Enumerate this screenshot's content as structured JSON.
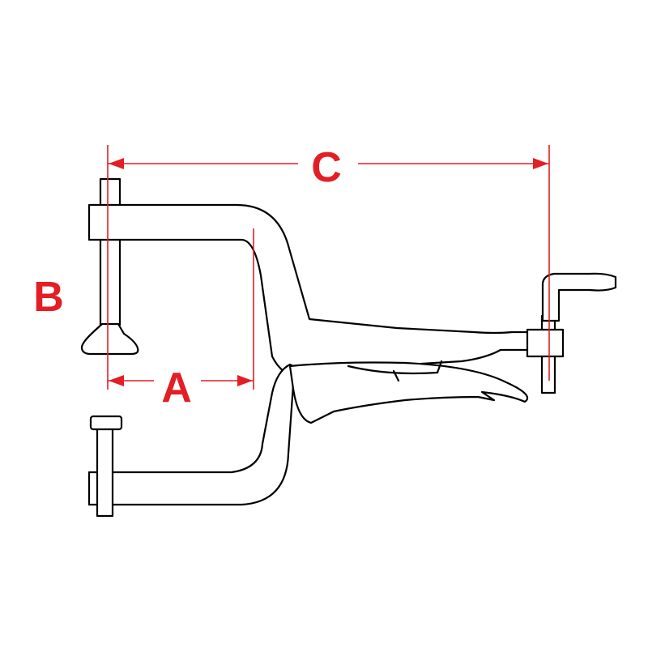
{
  "labels": {
    "a": "A",
    "b": "B",
    "c": "C"
  },
  "colors": {
    "dimension": "#e31e24",
    "outline": "#000000",
    "background": "#ffffff"
  }
}
